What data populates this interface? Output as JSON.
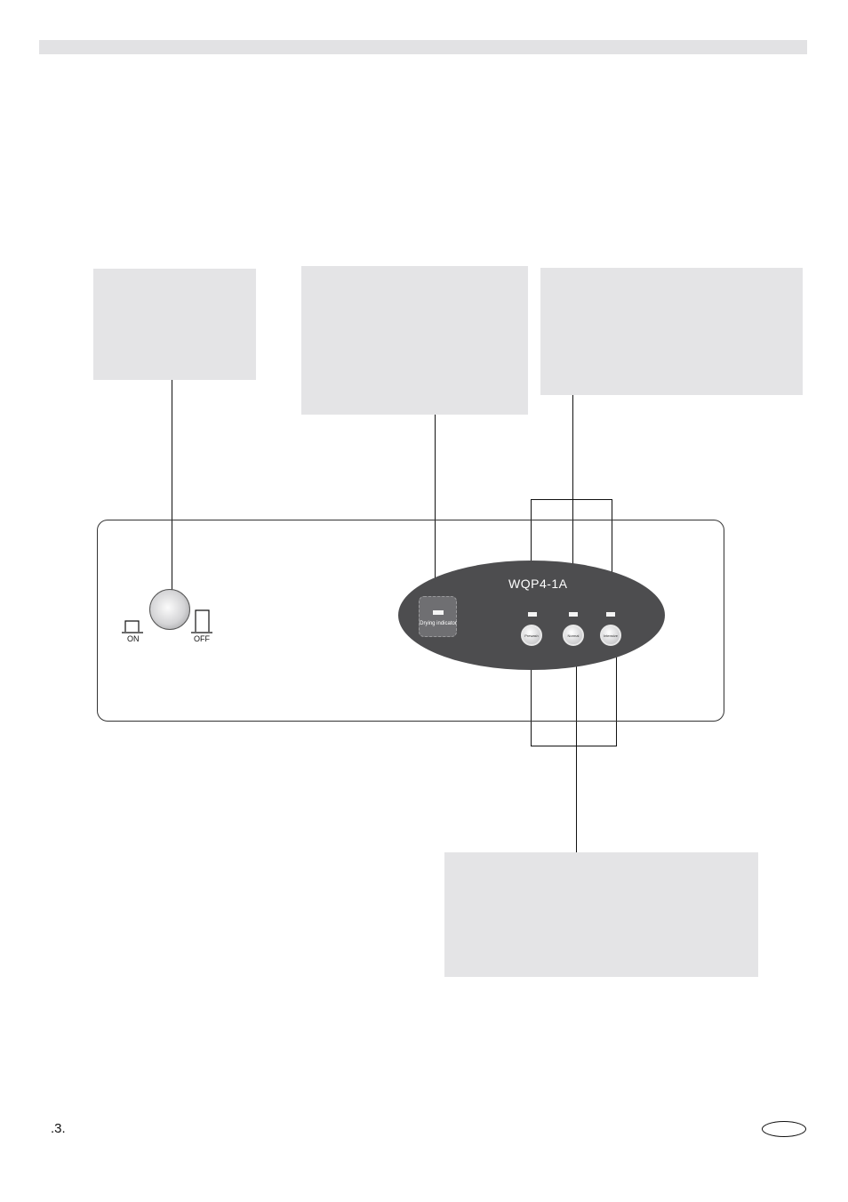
{
  "panel": {
    "model": "WQP4-1A",
    "drying_indicator_label": "Drying indicator",
    "power_switch": {
      "on_label": "ON",
      "off_label": "OFF"
    },
    "program_buttons": [
      "Prewash",
      "Normal",
      "Intensive"
    ]
  },
  "footer": {
    "page_number": ".3."
  },
  "colors": {
    "callout_fill": "#e4e4e6",
    "control_oval": "#4d4d4f"
  }
}
